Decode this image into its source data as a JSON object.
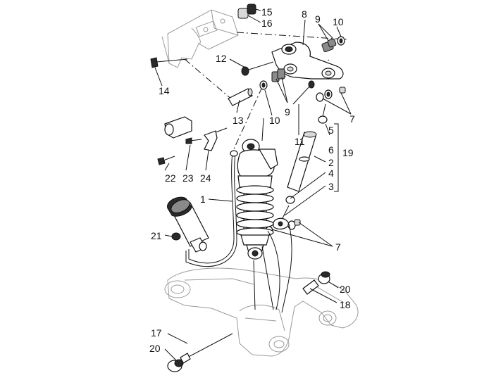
{
  "diagram": {
    "callouts": [
      {
        "id": "c15",
        "text": "15"
      },
      {
        "id": "c16",
        "text": "16"
      },
      {
        "id": "c8",
        "text": "8"
      },
      {
        "id": "c9a",
        "text": "9"
      },
      {
        "id": "c10a",
        "text": "10"
      },
      {
        "id": "c12",
        "text": "12"
      },
      {
        "id": "c14",
        "text": "14"
      },
      {
        "id": "c13",
        "text": "13"
      },
      {
        "id": "c10b",
        "text": "10"
      },
      {
        "id": "c9b",
        "text": "9"
      },
      {
        "id": "c7a",
        "text": "7"
      },
      {
        "id": "c5",
        "text": "5"
      },
      {
        "id": "c6",
        "text": "6"
      },
      {
        "id": "c11",
        "text": "11"
      },
      {
        "id": "c19",
        "text": "19"
      },
      {
        "id": "c2",
        "text": "2"
      },
      {
        "id": "c4",
        "text": "4"
      },
      {
        "id": "c3",
        "text": "3"
      },
      {
        "id": "c22",
        "text": "22"
      },
      {
        "id": "c23",
        "text": "23"
      },
      {
        "id": "c24",
        "text": "24"
      },
      {
        "id": "c1",
        "text": "1"
      },
      {
        "id": "c21",
        "text": "21"
      },
      {
        "id": "c7b",
        "text": "7"
      },
      {
        "id": "c20a",
        "text": "20"
      },
      {
        "id": "c18",
        "text": "18"
      },
      {
        "id": "c17",
        "text": "17"
      },
      {
        "id": "c20b",
        "text": "20"
      }
    ]
  }
}
